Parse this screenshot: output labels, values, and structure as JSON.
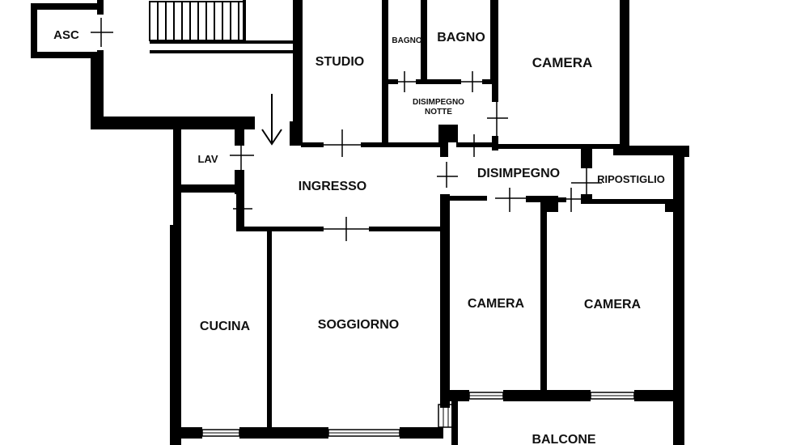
{
  "plan": {
    "rooms": [
      {
        "id": "asc",
        "label": "ASC"
      },
      {
        "id": "studio",
        "label": "STUDIO"
      },
      {
        "id": "bagno-small",
        "label": "BAGNO"
      },
      {
        "id": "bagno",
        "label": "BAGNO"
      },
      {
        "id": "camera-top",
        "label": "CAMERA"
      },
      {
        "id": "disimpegno-notte-1",
        "label": "DISIMPEGNO"
      },
      {
        "id": "disimpegno-notte-2",
        "label": "NOTTE"
      },
      {
        "id": "lav",
        "label": "LAV"
      },
      {
        "id": "ingresso",
        "label": "INGRESSO"
      },
      {
        "id": "disimpegno",
        "label": "DISIMPEGNO"
      },
      {
        "id": "ripostiglio",
        "label": "RIPOSTIGLIO"
      },
      {
        "id": "cucina",
        "label": "CUCINA"
      },
      {
        "id": "soggiorno",
        "label": "SOGGIORNO"
      },
      {
        "id": "camera-mid",
        "label": "CAMERA"
      },
      {
        "id": "camera-right",
        "label": "CAMERA"
      },
      {
        "id": "balcone",
        "label": "BALCONE"
      }
    ],
    "icons": {
      "entrance": "arrow-down-icon",
      "stairs": "stairs-icon"
    },
    "colors": {
      "wall": "#000000",
      "background": "#ffffff"
    }
  }
}
